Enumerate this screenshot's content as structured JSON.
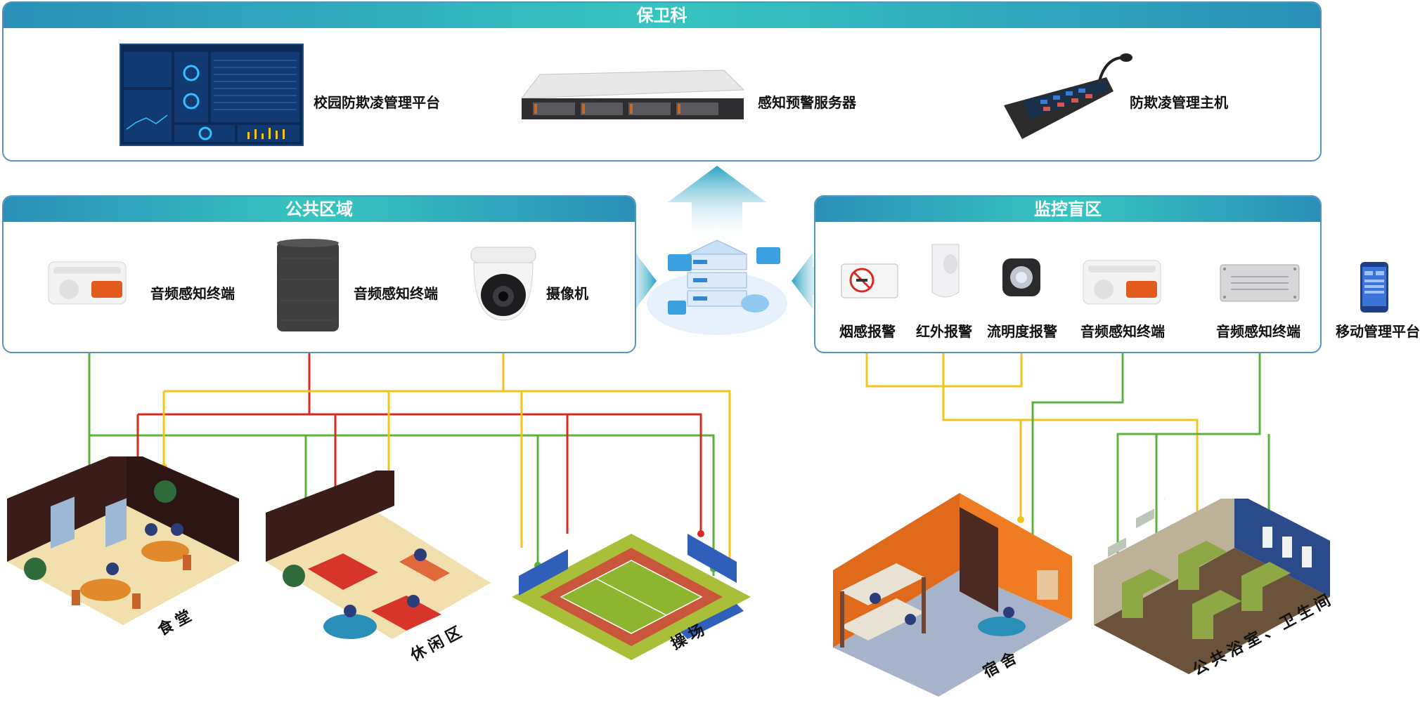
{
  "panels": {
    "security": {
      "title": "保卫科",
      "items": [
        {
          "label": "校园防欺凌管理平台"
        },
        {
          "label": "感知预警服务器"
        },
        {
          "label": "防欺凌管理主机"
        }
      ]
    },
    "public": {
      "title": "公共区域",
      "items": [
        {
          "label": "音频感知终端"
        },
        {
          "label": "音频感知终端"
        },
        {
          "label": "摄像机"
        }
      ]
    },
    "blind": {
      "title": "监控盲区",
      "items": [
        {
          "label": "烟感报警"
        },
        {
          "label": "红外报警"
        },
        {
          "label": "流明度报警"
        },
        {
          "label": "音频感知终端"
        },
        {
          "label": "音频感知终端"
        }
      ]
    }
  },
  "mobile": {
    "label": "移动管理平台"
  },
  "scenes": [
    {
      "label": "食堂"
    },
    {
      "label": "休闲区"
    },
    {
      "label": "操场"
    },
    {
      "label": "宿舍"
    },
    {
      "label": "公共浴室、卫生间"
    }
  ],
  "colors": {
    "green": "#5bb43a",
    "red": "#d92a20",
    "yellow": "#f2c31b",
    "header": "#37c5c0",
    "border": "#5a93b8"
  }
}
